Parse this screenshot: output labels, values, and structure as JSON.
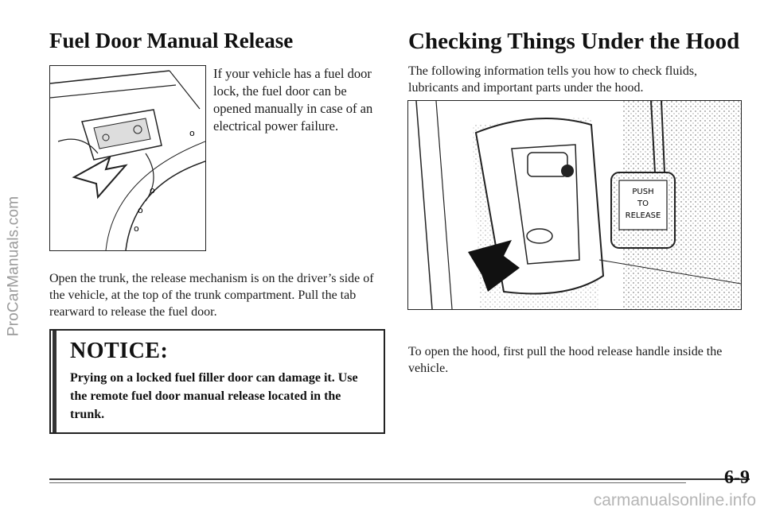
{
  "watermarks": {
    "side": "ProCarManuals.com",
    "bottom": "carmanualsonline.info"
  },
  "left": {
    "heading": "Fuel Door Manual Release",
    "fuel_note": "If your vehicle has a fuel door lock, the fuel door can be opened manually in case of an electrical power failure.",
    "body": "Open the trunk, the release mechanism is on the driver’s side of the vehicle, at the top of the trunk compartment. Pull the tab rearward to release the fuel door.",
    "notice": {
      "title": "NOTICE:",
      "text": "Prying on a locked fuel filler door can damage it. Use the remote fuel door manual release located in the trunk."
    }
  },
  "right": {
    "heading": "Checking Things Under the Hood",
    "intro": "The following information tells you how to check fluids, lubricants and important parts under the hood.",
    "figure_label": "PUSH TO RELEASE",
    "body": "To open the hood, first pull the hood release handle inside the vehicle."
  },
  "footer": {
    "page_number": "6-9"
  }
}
